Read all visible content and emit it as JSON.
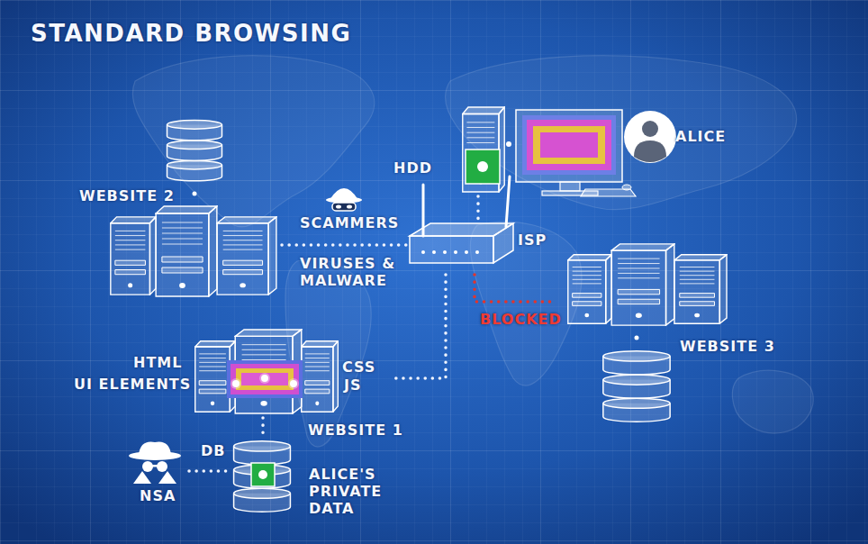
{
  "diagram": {
    "title": "STANDARD BROWSING",
    "nodes": [
      {
        "text": [
          "WEBSITE 2"
        ]
      },
      {
        "text": [
          "HDD"
        ]
      },
      {
        "text": [
          "ALICE"
        ]
      },
      {
        "text": [
          "ISP"
        ]
      },
      {
        "text": [
          "WEBSITE 3"
        ]
      },
      {
        "text": [
          "HTML",
          "UI ELEMENTS",
          "CSS",
          "JS",
          "WEBSITE 1"
        ]
      },
      {
        "text": [
          "DB",
          "ALICE'S PRIVATE DATA"
        ]
      },
      {
        "text": [
          "NSA"
        ]
      }
    ],
    "edges": [
      {
        "from": 0,
        "to": 3,
        "arrow": "none"
      },
      {
        "from": 1,
        "to": 3,
        "arrow": "none"
      },
      {
        "from": 3,
        "to": 5,
        "arrow": "none"
      },
      {
        "from": 3,
        "to": 4,
        "label": "BLOCKED",
        "arrow": "none"
      },
      {
        "from": 5,
        "to": 6,
        "arrow": "none"
      },
      {
        "from": 7,
        "to": 6,
        "arrow": "none"
      }
    ],
    "labels": [
      "SCAMMERS",
      "VIRUSES & MALWARE"
    ]
  }
}
